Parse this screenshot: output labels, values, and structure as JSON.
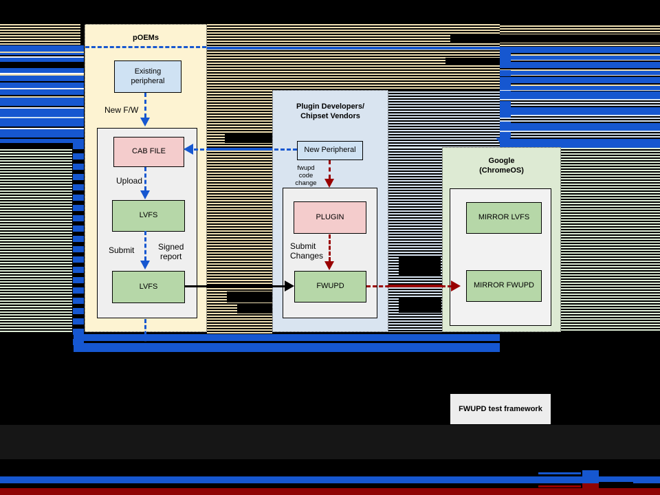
{
  "colors": {
    "accent_blue": "#1657d0",
    "dark_red": "#990000",
    "bottom_red_bar": "#8f0404",
    "poems_bg": "#fdf3d2",
    "vendors_bg": "#d9e4f0",
    "google_bg": "#ddead3",
    "node_blue": "#cfe2f3",
    "node_pink": "#f4cccc",
    "node_green": "#b6d7a8"
  },
  "poems": {
    "title": "pOEMs",
    "existing_peripheral": "Existing\nperipheral",
    "new_fw_label": "New F/W",
    "cab_file": "CAB FILE",
    "upload_label": "Upload",
    "lvfs_top": "LVFS",
    "submit_label": "Submit",
    "signed_report_label": "Signed\nreport",
    "lvfs_bottom": "LVFS"
  },
  "vendors": {
    "title": "Plugin Developers/\nChipset Vendors",
    "new_peripheral": "New Peripheral",
    "fwupd_code_change_label": "fwupd\ncode change",
    "plugin": "PLUGIN",
    "submit_changes_label": "Submit\nChanges",
    "fwupd": "FWUPD"
  },
  "google": {
    "title": "Google\n(ChromeOS)",
    "mirror_lvfs": "MIRROR LVFS",
    "mirror_fwupd": "MIRROR FWUPD"
  },
  "test_framework_label": "FWUPD test framework"
}
